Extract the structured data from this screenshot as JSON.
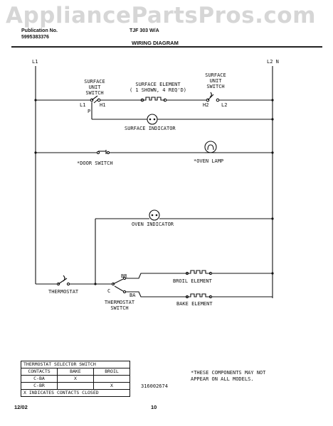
{
  "watermark": "AppliancePartsPros.com",
  "header": {
    "pub_label": "Publication No.",
    "pub_number": "5995383376",
    "model_fragment": "TJF 303 W/A",
    "title": "WIRING DIAGRAM"
  },
  "diagram": {
    "l1": "L1",
    "l2n": "L2 N",
    "surface_unit_switch_left": [
      "SURFACE",
      "UNIT",
      "SWITCH"
    ],
    "surface_element": [
      "SURFACE ELEMENT",
      "( 1 SHOWN, 4 REQ'D)"
    ],
    "surface_unit_switch_right": [
      "SURFACE",
      "UNIT",
      "SWITCH"
    ],
    "term_l1": "L1",
    "term_h1": "H1",
    "term_p": "P",
    "term_h2": "H2",
    "term_l2": "L2",
    "surface_indicator": "SURFACE INDICATOR",
    "door_switch": "*DOOR SWITCH",
    "oven_lamp": "*OVEN LAMP",
    "oven_indicator": "OVEN INDICATOR",
    "thermostat": "THERMOSTAT",
    "term_c": "C",
    "term_br": "BR",
    "term_ba": "BA",
    "thermostat_switch": [
      "THERMOSTAT",
      "SWITCH"
    ],
    "broil_element": "BROIL ELEMENT",
    "bake_element": "BAKE ELEMENT"
  },
  "selector_table": {
    "title": "THERMOSTAT SELECTOR SWITCH",
    "headers": [
      "CONTACTS",
      "BAKE",
      "BROIL"
    ],
    "rows": [
      [
        "C-BA",
        "X",
        ""
      ],
      [
        "C-BR",
        "",
        "X"
      ]
    ],
    "footnote": "X INDICATES CONTACTS CLOSED"
  },
  "note": "*THESE COMPONENTS MAY NOT APPEAR ON ALL MODELS.",
  "part_number": "316002674",
  "footer": {
    "date": "12/02",
    "page": "10"
  }
}
